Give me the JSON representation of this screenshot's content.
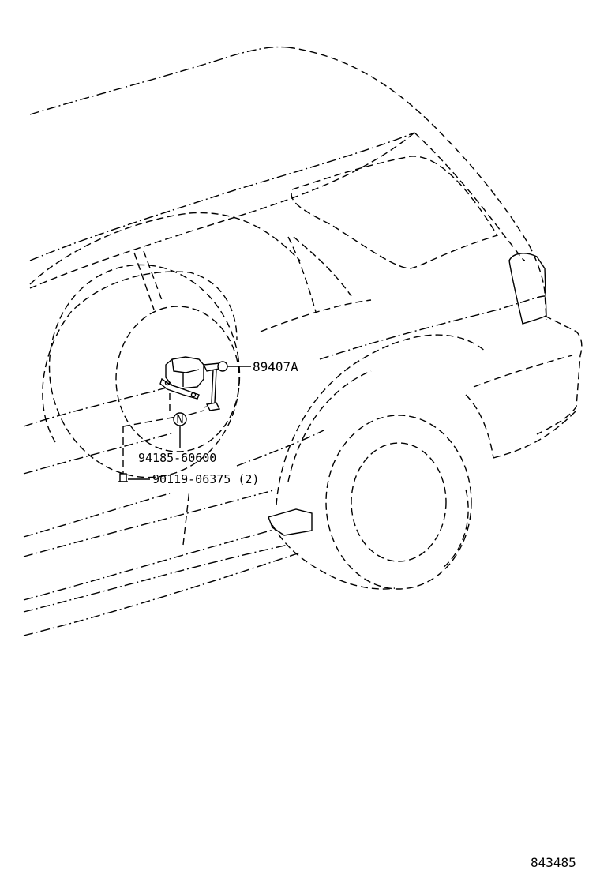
{
  "callouts": {
    "sensor": "89407A",
    "grommet_nut": "94185-60600",
    "bolt": "90119-06375 (2)",
    "grommet_symbol": "N"
  },
  "figure_number": "843485"
}
